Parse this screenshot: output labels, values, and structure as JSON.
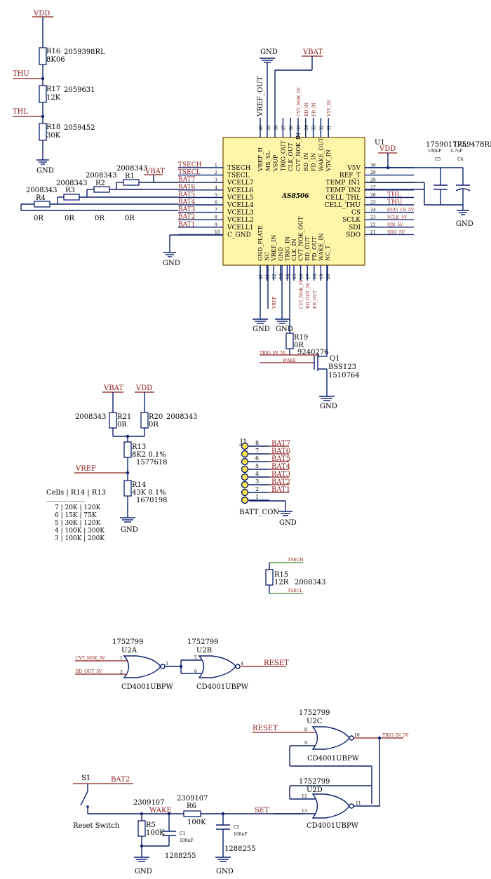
{
  "ic": {
    "ref": "U1",
    "name": "AS8506",
    "left_pins": [
      {
        "num": "1",
        "name": "TSECH",
        "net": "TSECH"
      },
      {
        "num": "2",
        "name": "TSECL",
        "net": "TSECL"
      },
      {
        "num": "3",
        "name": "VCELL7",
        "net": "BAT7"
      },
      {
        "num": "4",
        "name": "VCELL6",
        "net": "BAT6"
      },
      {
        "num": "5",
        "name": "VCELL5",
        "net": "BAT5"
      },
      {
        "num": "6",
        "name": "VCELL4",
        "net": "BAT4"
      },
      {
        "num": "7",
        "name": "VCELL3",
        "net": "BAT3"
      },
      {
        "num": "8",
        "name": "VCELL2",
        "net": "BAT2"
      },
      {
        "num": "9",
        "name": "VCELL1",
        "net": "BAT1"
      },
      {
        "num": "10",
        "name": "C_GND",
        "net": ""
      }
    ],
    "right_pins": [
      {
        "num": "30",
        "name": "V5V",
        "net": ""
      },
      {
        "num": "29",
        "name": "REF_T",
        "net": ""
      },
      {
        "num": "28",
        "name": "TEMP_IN1",
        "net": ""
      },
      {
        "num": "27",
        "name": "TEMP_IN2",
        "net": ""
      },
      {
        "num": "26",
        "name": "CELL_THL",
        "net": "THL"
      },
      {
        "num": "25",
        "name": "CELL_THU",
        "net": "THU"
      },
      {
        "num": "24",
        "name": "CS",
        "net": "8505_CS_5V"
      },
      {
        "num": "23",
        "name": "SCLK",
        "net": "SCLK_5V"
      },
      {
        "num": "22",
        "name": "SDI",
        "net": "SDI_5V"
      },
      {
        "num": "21",
        "name": "SDO",
        "net": "SDO_5V"
      }
    ],
    "top_pins": [
      {
        "num": "40",
        "name": "VREF_H",
        "ext": "VREF_OUT"
      },
      {
        "num": "39",
        "name": "MS_SL",
        "ext": ""
      },
      {
        "num": "38",
        "name": "VSUP",
        "ext": ""
      },
      {
        "num": "37",
        "name": "TRIG_OUT",
        "ext": ""
      },
      {
        "num": "36",
        "name": "CLK_OUT",
        "ext": ""
      },
      {
        "num": "35",
        "name": "CVT_NOK_IN",
        "ext": "CVT_NOK_IN"
      },
      {
        "num": "34",
        "name": "BD_IN",
        "ext": "BD_IN"
      },
      {
        "num": "33",
        "name": "FD_IN",
        "ext": "FD_IN"
      },
      {
        "num": "32",
        "name": "WAKE_OUT",
        "ext": ""
      },
      {
        "num": "31",
        "name": "V5V_IN",
        "ext": "V5V_IN"
      }
    ],
    "bottom_pins": [
      {
        "num": "41",
        "name": "GND_PLATE",
        "ext": ""
      },
      {
        "num": "11",
        "name": "NC",
        "ext": ""
      },
      {
        "num": "12",
        "name": "VREF_IN",
        "ext": "VREF"
      },
      {
        "num": "13",
        "name": "GND",
        "ext": ""
      },
      {
        "num": "14",
        "name": "TRIG_IN",
        "ext": ""
      },
      {
        "num": "15",
        "name": "CLK_IN",
        "ext": ""
      },
      {
        "num": "16",
        "name": "CVT_NOK_OUT",
        "ext": "CVT_NOK_5V"
      },
      {
        "num": "17",
        "name": "BD_OUT",
        "ext": "BD_OUT_5V"
      },
      {
        "num": "18",
        "name": "FD_OUT",
        "ext": "FD_OUT"
      },
      {
        "num": "19",
        "name": "WAKE_IN",
        "ext": ""
      },
      {
        "num": "20",
        "name": "NC_T",
        "ext": ""
      }
    ]
  },
  "power": {
    "vdd": "VDD",
    "vbat": "VBAT",
    "gnd": "GND"
  },
  "top_left_chain": {
    "r16": {
      "ref": "R16",
      "value": "8K06",
      "part": "2059398RL"
    },
    "r17": {
      "ref": "R17",
      "value": "12K",
      "part": "2059631"
    },
    "r18": {
      "ref": "R18",
      "value": "30K",
      "part": "2059452"
    },
    "thu": "THU",
    "thl": "THL"
  },
  "series_resistors": {
    "r1": {
      "ref": "R1",
      "value": "0R",
      "part": "2008343"
    },
    "r2": {
      "ref": "R2",
      "value": "0R",
      "part": "2008343"
    },
    "r3": {
      "ref": "R3",
      "value": "0R",
      "part": "2008343"
    },
    "r4": {
      "ref": "R4",
      "value": "0R",
      "part": "2008343"
    }
  },
  "caps_right": {
    "c5": {
      "ref": "C5",
      "value": "100nF",
      "part": "1759017RL"
    },
    "c4": {
      "ref": "C4",
      "value": "4.7uF",
      "part": "1759478RL"
    }
  },
  "wake": {
    "r19": {
      "ref": "R19",
      "value": "0R",
      "part": "9240276"
    },
    "q1": {
      "ref": "Q1",
      "value": "BSS123",
      "part": "1510764"
    },
    "trig_net": "TRIG_IN_5V",
    "wake_net": "WAKE"
  },
  "vref_divider": {
    "r21": {
      "ref": "R21",
      "value": "0R",
      "part": "2008343"
    },
    "r20": {
      "ref": "R20",
      "value": "0R",
      "part": "2008343"
    },
    "r13": {
      "ref": "R13",
      "value": "8K2 0.1%",
      "part": "1577618"
    },
    "r14": {
      "ref": "R14",
      "value": "43K 0.1%",
      "part": "1670198"
    },
    "vref": "VREF",
    "table_header": "Cells | R14  | R13",
    "table_rule": "---------------------------",
    "table_rows": [
      "7 | 20K  | 120K",
      "6 | 15K  | 75K",
      "5 | 30K  | 120K",
      "4 | 100K | 300K",
      "3 | 100K | 200K"
    ]
  },
  "connector": {
    "ref": "J1",
    "name": "BATT_CON",
    "pins": [
      {
        "num": "8",
        "net": "BAT7"
      },
      {
        "num": "7",
        "net": "BAT6"
      },
      {
        "num": "6",
        "net": "BAT5"
      },
      {
        "num": "5",
        "net": "BAT4"
      },
      {
        "num": "4",
        "net": "BAT3"
      },
      {
        "num": "3",
        "net": "BAT2"
      },
      {
        "num": "2",
        "net": "BAT1"
      },
      {
        "num": "1",
        "net": ""
      }
    ]
  },
  "r15": {
    "ref": "R15",
    "value": "12R",
    "part": "2008343",
    "net_top": "TSECH",
    "net_bot": "TSECL"
  },
  "nor_top": {
    "u2a": {
      "ref": "U2A",
      "part": "1752799",
      "name": "CD4001UBPW",
      "in1": "1",
      "in2": "2",
      "out": "3"
    },
    "u2b": {
      "ref": "U2B",
      "part": "1752799",
      "name": "CD4001UBPW",
      "in1": "5",
      "in2": "6",
      "out": "4"
    },
    "in_a": "CVT_NOK_5V",
    "in_b": "BD_OUT_5V",
    "reset": "RESET"
  },
  "nor_bottom": {
    "u2c": {
      "ref": "U2C",
      "part": "1752799",
      "name": "CD4001UBPW",
      "in1": "8",
      "in2": "9",
      "out": "10"
    },
    "u2d": {
      "ref": "U2D",
      "part": "1752799",
      "name": "CD4001UBPW",
      "in1": "12",
      "in2": "13",
      "out": "11"
    },
    "reset": "RESET",
    "trig": "TRIG_IN_5V",
    "set": "SET"
  },
  "reset_circuit": {
    "s1": "S1",
    "switch_label": "Reset Switch",
    "bat2": "BAT2",
    "wake": "WAKE",
    "r5": {
      "ref": "R5",
      "value": "100K",
      "part": "2309107"
    },
    "r6": {
      "ref": "R6",
      "value": "100K",
      "part": "2309107"
    },
    "c1": {
      "ref": "C1",
      "value": "100nF",
      "part": "1288255"
    },
    "c2": {
      "ref": "C2",
      "value": "100nF",
      "part": "1288255"
    }
  }
}
